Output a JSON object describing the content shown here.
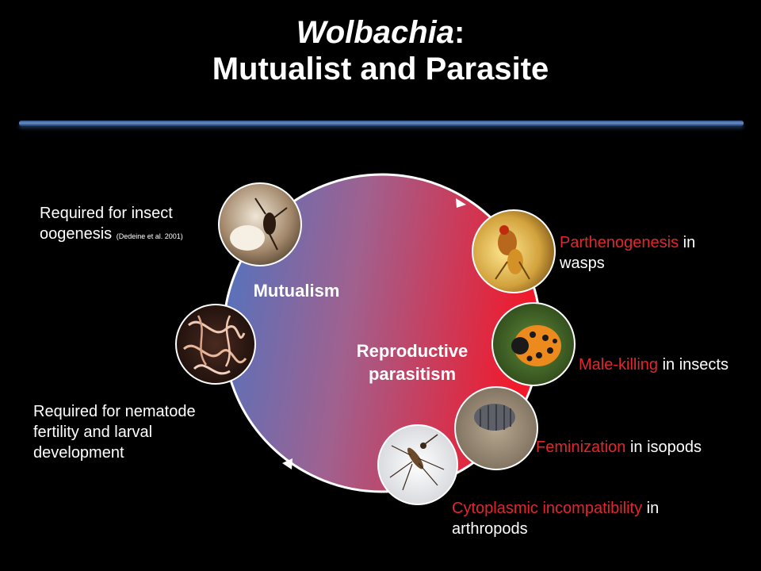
{
  "title": {
    "line1_italic": "Wolbachia",
    "line1_rest": ":",
    "line2": "Mutualist and Parasite"
  },
  "circle": {
    "mutualism_label": "Mutualism",
    "parasitism_label_line1": "Reproductive",
    "parasitism_label_line2": "parasitism",
    "gradient_colors": [
      "#4d74c2",
      "#f01a2c"
    ]
  },
  "labels": {
    "oogenesis": {
      "line1": "Required for insect",
      "line2": "oogenesis",
      "citation": "(Dedeine et al. 2001)"
    },
    "nematode": {
      "line1": "Required for nematode",
      "line2": "fertility and larval",
      "line3": "development"
    },
    "parthenogenesis": {
      "red": "Parthenogenesis",
      "rest": " in",
      "line2": "wasps"
    },
    "male_killing": {
      "red": "Male-killing",
      "rest": " in insects"
    },
    "feminization": {
      "red": "Feminization",
      "rest": " in isopods"
    },
    "ci": {
      "red": "Cytoplasmic incompatibility",
      "rest": " in",
      "line2": "arthropods"
    }
  },
  "photos": [
    "wasp-on-egg",
    "fruit-fly-wasp",
    "ladybird-beetle",
    "nematode-worms",
    "pill-bug-isopod",
    "mosquito"
  ],
  "colors": {
    "highlight_red": "#e3262e",
    "background": "#000000",
    "text": "#ffffff"
  }
}
